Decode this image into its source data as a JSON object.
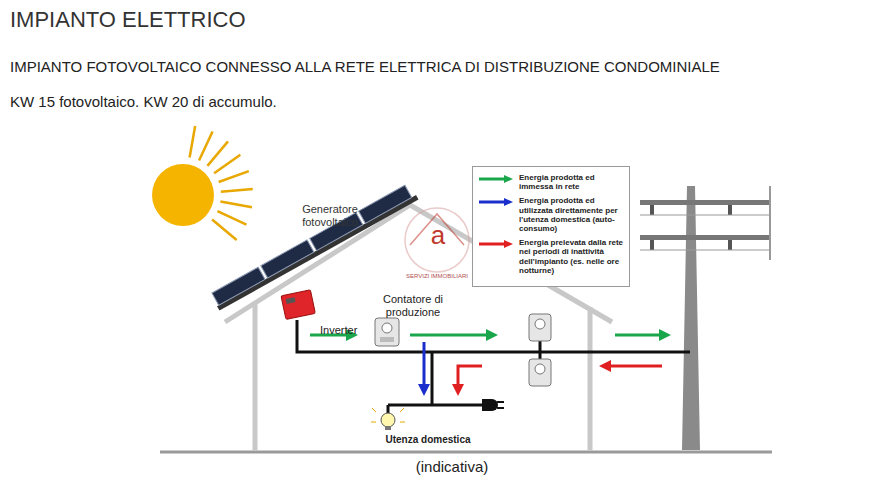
{
  "diagram": {
    "title": "IMPIANTO ELETTRICO",
    "caption": "(indicativa)",
    "labels": [
      "IMPIANTO FOTOVOLTAICO CONNESSO ALLA RETE ELETTRICA DI DISTRIBUZIONE CONDOMINIALE",
      "KW 15 fotovoltaico. KW 20 di accumulo.",
      "Generatore fotovoltaico",
      "Inverter",
      "Contatore di produzione",
      "Utenza domestica",
      "a",
      "SERVIZI IMMOBILIARI"
    ],
    "legend": [
      {
        "text": "Energia prodotta ed immessa in rete"
      },
      {
        "text": "Energia prodotta ed utilizzata direttamente per l'utenza domestica (auto-consumo)"
      },
      {
        "text": "Energia prelevata dalla rete nei periodi di inattività dell'impianto (es. nelle ore notturne)"
      }
    ]
  }
}
